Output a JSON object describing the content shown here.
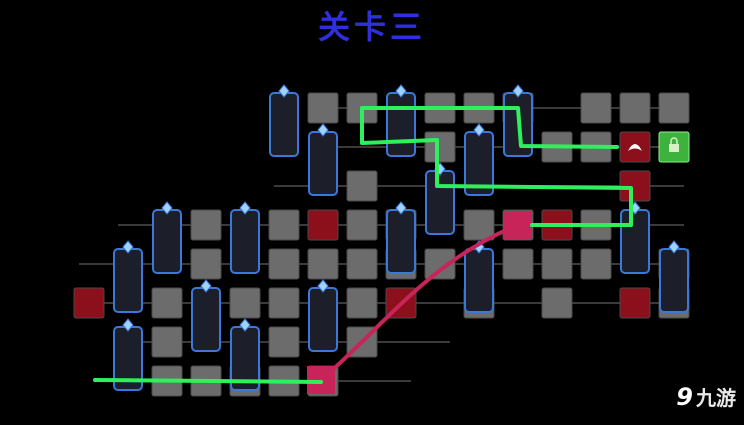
{
  "title": "关卡三",
  "watermark": {
    "logo": "9",
    "text": "九游"
  },
  "colors": {
    "background": "#000000",
    "title": "#2f2fe0",
    "tile_empty": "#6c6c6c",
    "tile_danger": "#8c0f1c",
    "tile_key": "#8b1422",
    "tile_goal": "#3db33d",
    "route_green": "#2ef05c",
    "route_pink": "#c8245a",
    "connector": "#3a3a3a",
    "node_border": "#3b78d8",
    "node_fill": "#1c1f2a"
  },
  "legend_icons": [
    "diamond-marker-icon",
    "spirit-icon",
    "lock-icon",
    "shield-icon"
  ]
}
